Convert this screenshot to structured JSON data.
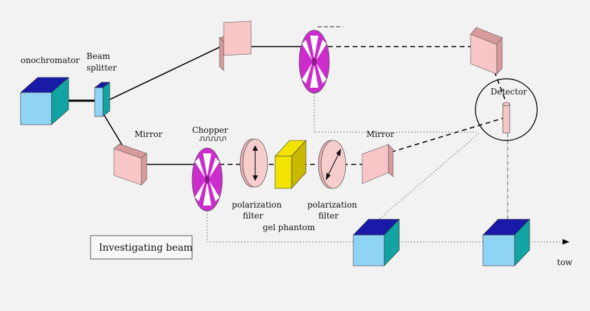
{
  "labels": {
    "monochromator": "onochromator",
    "beam_splitter_line1": "Beam",
    "beam_splitter_line2": "splitter",
    "mirror_left": "Mirror",
    "chopper": "Chopper",
    "polarization_filter_1_line1": "polarization",
    "polarization_filter_1_line2": "filter",
    "gel_phantom": "gel phantom",
    "polarization_filter_2_line1": "polarization",
    "polarization_filter_2_line2": "filter",
    "mirror_right": "Mirror",
    "detector": "Detector",
    "investigating_beam": "Investigating beam",
    "towards_truncated": "tow"
  },
  "colors": {
    "background": "#f2f2f2",
    "cube_top": "#1a1aa8",
    "cube_front": "#8fd3f5",
    "cube_side": "#12a3a3",
    "mirror_face": "#f8c6c6",
    "mirror_side": "#d89a9a",
    "chopper": "#cc2ccc",
    "gel_phantom": "#f2e400",
    "gel_phantom_side": "#c9b800",
    "filter": "#f6cccc"
  }
}
